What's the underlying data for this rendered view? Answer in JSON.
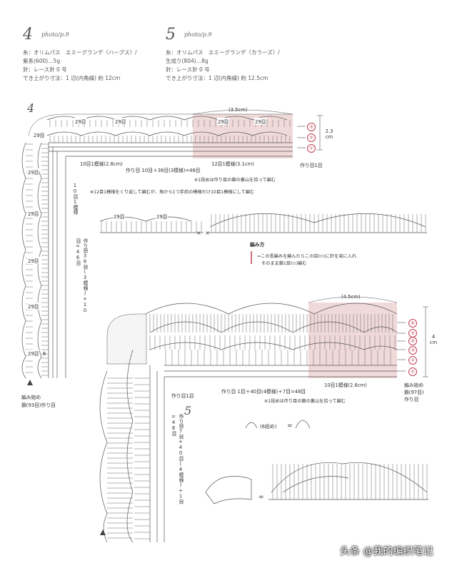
{
  "pattern4": {
    "number": "4",
    "photo": "photo/p.9",
    "info": [
      "糸：オリムパス　エミーグランデ〈ハーブス〉/",
      "紫系(600)…5g",
      "針：レース針 0 号",
      "でき上がり寸法：1 辺(内角線) 約 12cm"
    ],
    "diagram": {
      "label": "4",
      "top_dimension": "(3.5cm)",
      "height_dimension": "2.3\ncm",
      "row_markers": [
        "③",
        "②",
        "①"
      ],
      "repeat_counts": [
        "29目",
        "29目",
        "29目",
        "29目"
      ],
      "side_counts": [
        "29目",
        "29目",
        "29目",
        "29目",
        "29目",
        "29目"
      ],
      "inner_left": "10目1模様(2.8cm)",
      "inner_right": "12目1模様(3.1cm)",
      "foundation_total": "作り目 10目＋36目(3模様)=46目",
      "start_label": "作り目1目",
      "note1": "※1段めは作り目の鎖の裏山を拾って編む",
      "note2": "※12目1模様をくり返して編むが、角から1つ手前の模様だけ10目1模様にして編む",
      "vertical_total": "作り目36目(3模様)+10目=46目",
      "vertical_repeat": "10目1模様",
      "six": "6",
      "start_caption": "編み始め\n鎖(93目)作り目",
      "repeat_a": "29目",
      "repeat_b": "29目",
      "method_title": "編み方",
      "method_line1": "=この長編みを編んだらこの目(⬭)に針を束に入れ",
      "method_line2": "そのまま鎖1目(⬭)編む"
    }
  },
  "pattern5": {
    "number": "5",
    "photo": "photo/p.9",
    "info": [
      "糸：オリムパス　エミーグランデ〈カラーズ〉/",
      "生成り(804)…8g",
      "針：レース針 0 号",
      "でき上がり寸法：1 辺(内角線) 約 12.5cm"
    ],
    "diagram": {
      "label": "5",
      "top_dimension": "(4.5cm)",
      "height_dimension": "4\ncm",
      "row_markers": [
        "⑥",
        "⑤",
        "④",
        "③",
        "②",
        "①"
      ],
      "inner_right": "10目1模様(2.6cm)",
      "foundation_total": "作り目 1目＋40目(4模様)＋7目=48目",
      "start_label": "作り目1目",
      "note1": "※1段めは作り目の鎖の裏山を拾って編む",
      "start_caption": "編み始め\n鎖(97目)\n作り目",
      "vertical_total": "作り目7目+40目(4模様)+1目=48目",
      "row6_label": "(6段め)",
      "equals": "="
    }
  },
  "watermark": "头条 @我的编织笔记",
  "colors": {
    "highlight": "#e8c8c8",
    "marker": "#c04050",
    "line": "#555555"
  }
}
